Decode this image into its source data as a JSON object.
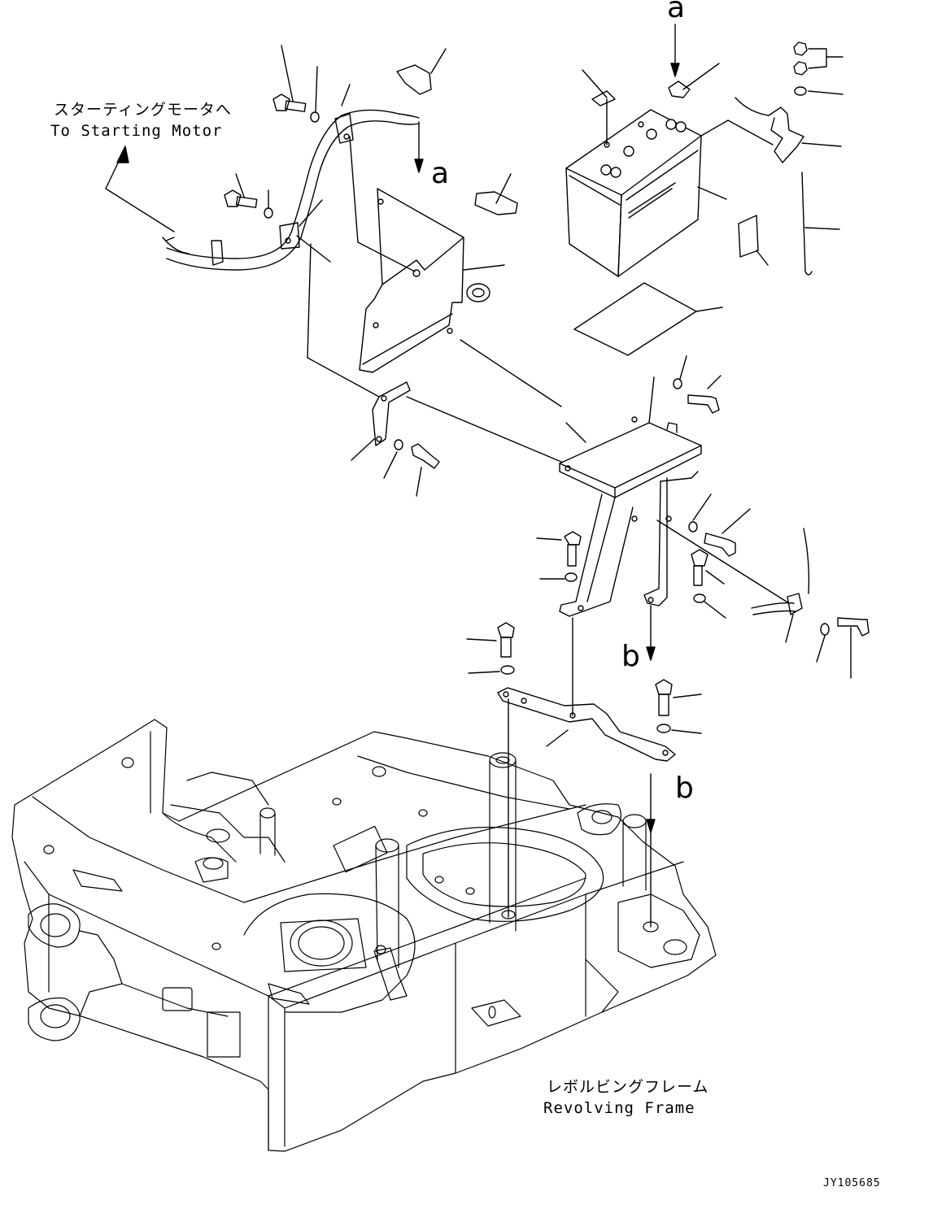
{
  "labels": {
    "starting_motor_jp": "スターティングモータへ",
    "starting_motor_en": "To Starting Motor",
    "frame_jp": "レボルビングフレーム",
    "frame_en": "Revolving Frame"
  },
  "view_markers": {
    "a_top": "a",
    "a_mid": "a",
    "b_mid": "b",
    "b_low": "b"
  },
  "drawing_code": "JY105685"
}
